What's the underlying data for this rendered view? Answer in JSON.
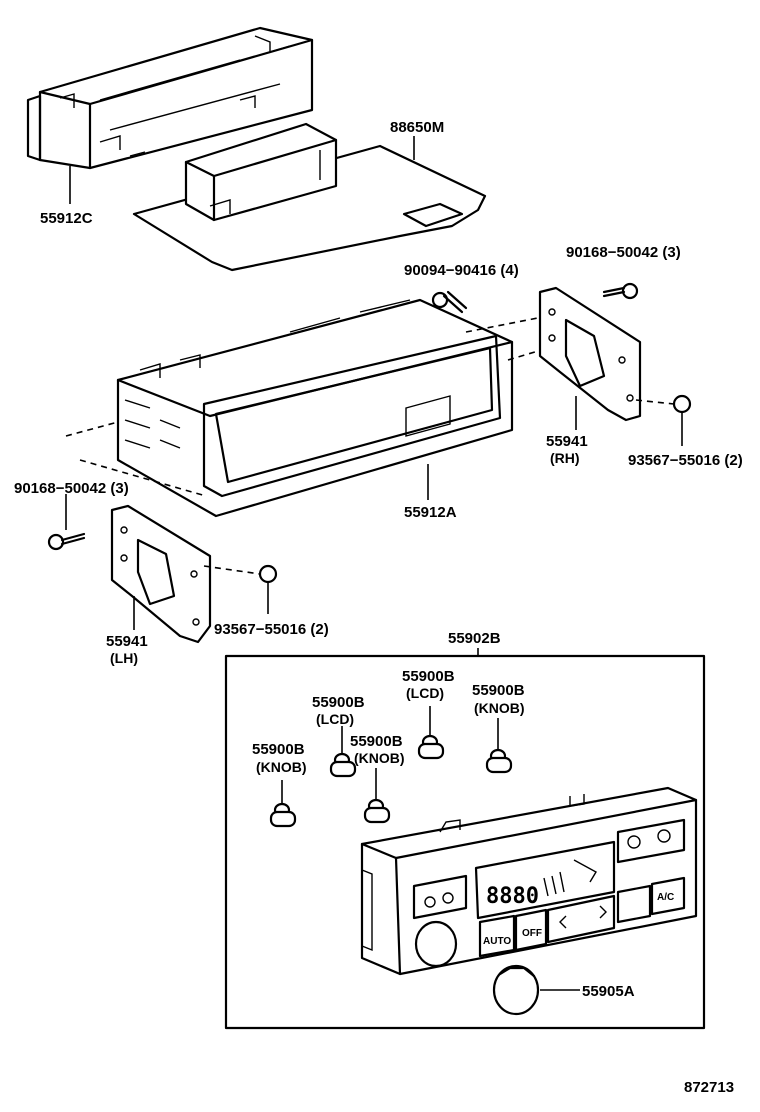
{
  "diagram_id": "872713",
  "labels": {
    "p55912C": "55912C",
    "p88650M": "88650M",
    "p90094": "90094−90416 (4)",
    "p90168_rh": "90168−50042 (3)",
    "p90168_lh": "90168−50042 (3)",
    "p55941_rh": "55941",
    "p55941_rh_sub": "(RH)",
    "p93567_rh": "93567−55016 (2)",
    "p55912A": "55912A",
    "p55941_lh": "55941",
    "p55941_lh_sub": "(LH)",
    "p93567_lh": "93567−55016 (2)",
    "p55902B": "55902B",
    "p55900B_lcd_right": "55900B",
    "p55900B_lcd_right_sub": "(LCD)",
    "p55900B_lcd_left": "55900B",
    "p55900B_lcd_left_sub": "(LCD)",
    "p55900B_knob_right": "55900B",
    "p55900B_knob_right_sub": "(KNOB)",
    "p55900B_knob_mid": "55900B",
    "p55900B_knob_mid_sub": "(KNOB)",
    "p55900B_knob_left": "55900B",
    "p55900B_knob_left_sub": "(KNOB)",
    "p55905A": "55905A"
  },
  "panel_buttons": {
    "auto": "AUTO",
    "off": "OFF",
    "ac": "A/C",
    "lcd_digits": "8880"
  }
}
